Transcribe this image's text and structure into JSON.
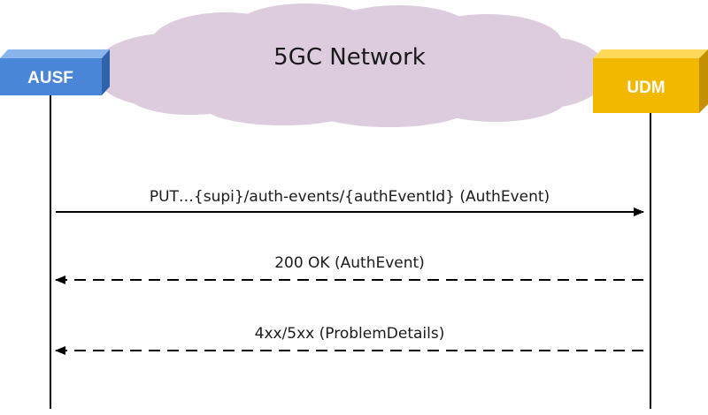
{
  "network": {
    "label": "5GC Network"
  },
  "nodes": {
    "left": {
      "label": "AUSF",
      "color_front": "#4a86d8",
      "color_top": "#8ab4ec",
      "color_side": "#2f62a8"
    },
    "right": {
      "label": "UDM",
      "color_front": "#f2b800",
      "color_top": "#ffd95a",
      "color_side": "#c48f00"
    }
  },
  "messages": [
    {
      "label": "PUT…{supi}/auth-events/{authEventId} (AuthEvent)",
      "direction": "request",
      "style": "solid"
    },
    {
      "label": "200 OK (AuthEvent)",
      "direction": "response",
      "style": "dashed"
    },
    {
      "label": "4xx/5xx (ProblemDetails)",
      "direction": "response",
      "style": "dashed"
    }
  ],
  "colors": {
    "cloud_fill": "#dcccde",
    "line": "#000000"
  }
}
